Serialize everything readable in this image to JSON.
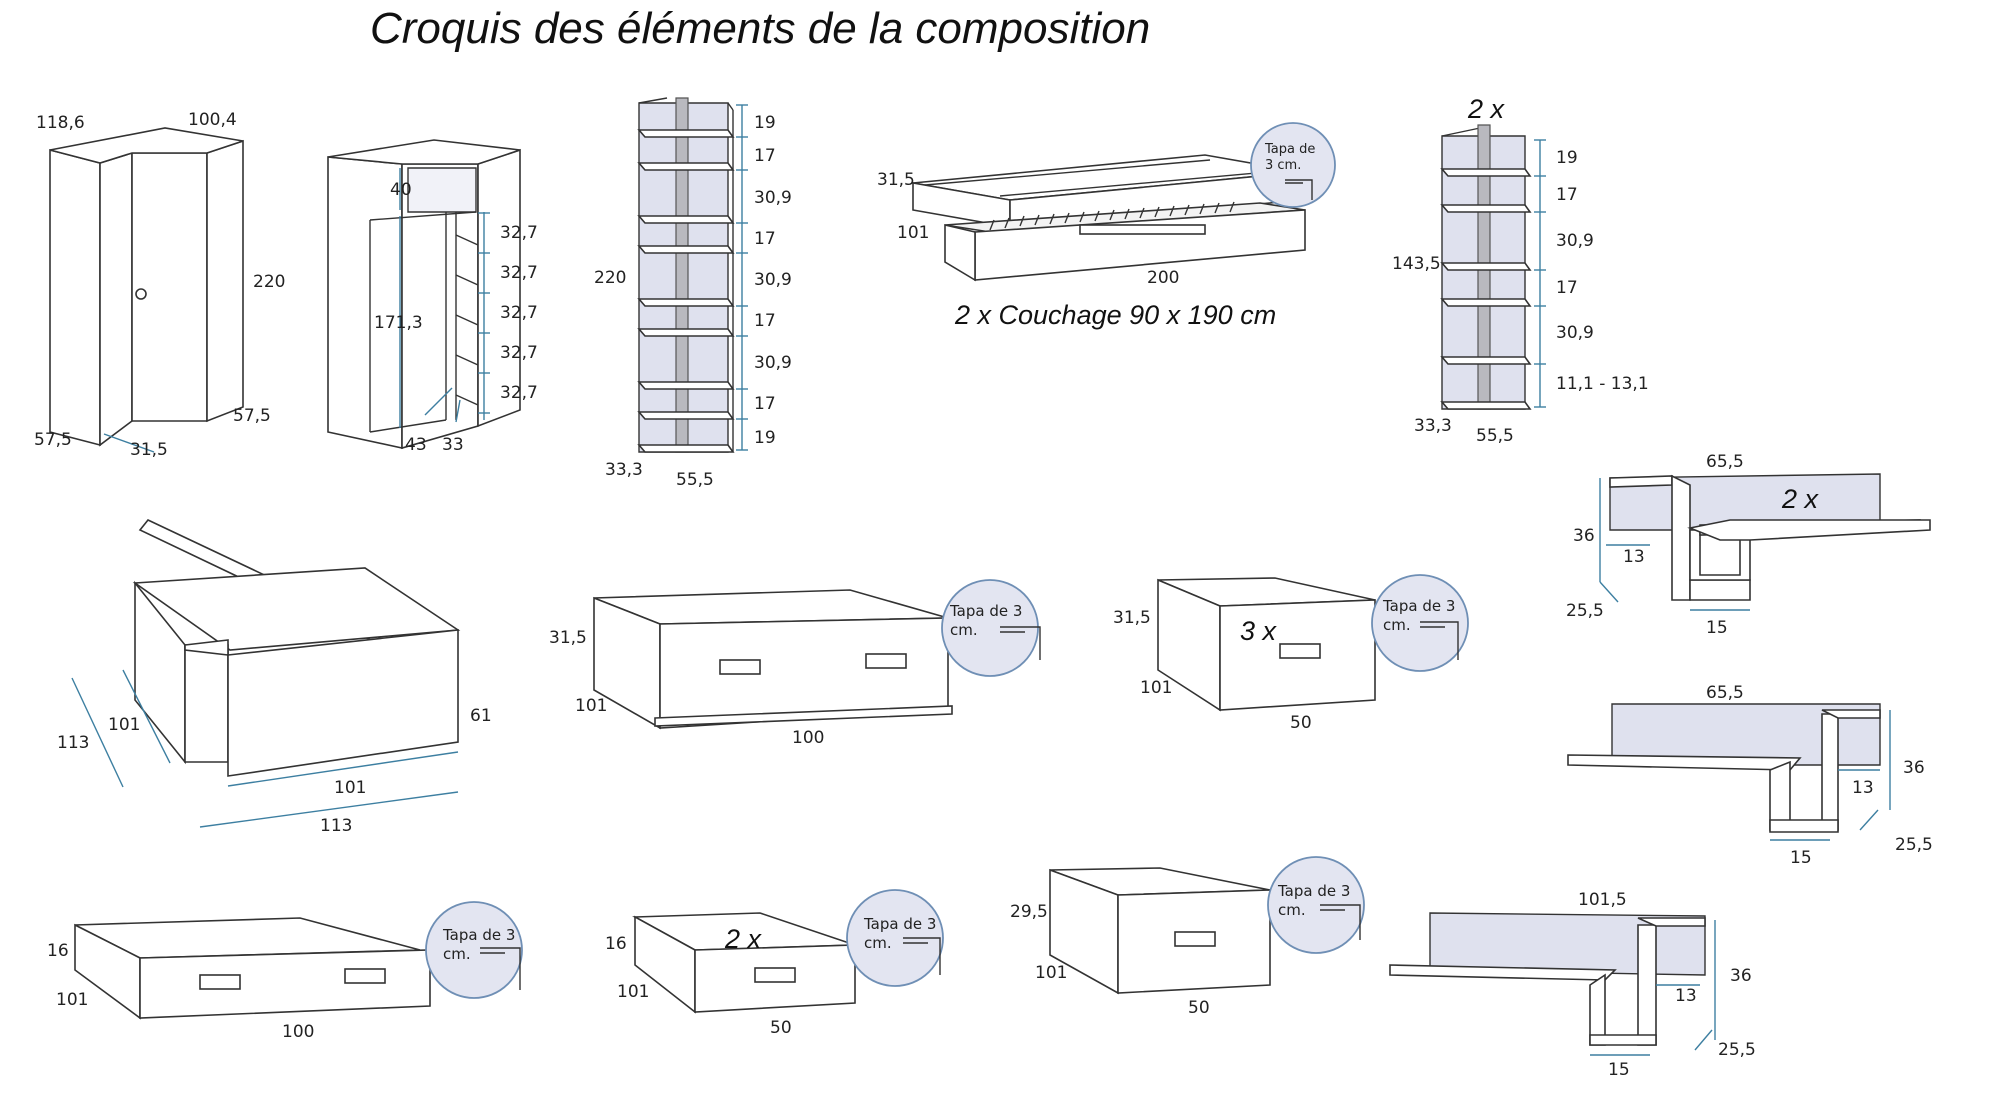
{
  "title": "Croquis des éléments de la composition",
  "colors": {
    "panel_fill": "#dfe1ee",
    "dimension_line": "#3d7fa1",
    "outline": "#333333"
  },
  "tapa_label": "Tapa de 3 cm.",
  "wardrobe": {
    "d1": "118,6",
    "d2": "100,4",
    "height": "220",
    "d3": "57,5",
    "d4": "57,5",
    "d5": "31,5"
  },
  "corner_open": {
    "d1": "40",
    "d2": "171,3",
    "shelves": [
      "32,7",
      "32,7",
      "32,7",
      "32,7",
      "32,7"
    ],
    "d3": "43",
    "d4": "33"
  },
  "tall_shelf": {
    "height": "220",
    "sections": [
      "19",
      "17",
      "30,9",
      "17",
      "30,9",
      "17",
      "30,9",
      "17",
      "19"
    ],
    "depth": "33,3",
    "width": "55,5"
  },
  "daybed": {
    "d1": "31,5",
    "d2": "101",
    "width": "200",
    "caption": "2 x Couchage 90 x 190 cm"
  },
  "short_shelf": {
    "count": "2 x",
    "height": "143,5",
    "sections": [
      "19",
      "17",
      "30,9",
      "17",
      "30,9",
      "11,1 - 13,1"
    ],
    "depth": "33,3",
    "width": "55,5"
  },
  "corner_chest": {
    "d1": "113",
    "d2": "101",
    "height": "61",
    "w1": "101",
    "w2": "113"
  },
  "drawer_large": {
    "height": "31,5",
    "depth": "101",
    "width": "100"
  },
  "drawer_3x": {
    "count": "3 x",
    "height": "31,5",
    "depth": "101",
    "width": "50"
  },
  "desk_top": {
    "width": "65,5",
    "count": "2 x",
    "height": "36",
    "d1": "13",
    "d2": "25,5",
    "d3": "15"
  },
  "desk_mid": {
    "width": "65,5",
    "height": "36",
    "d1": "13",
    "d2": "25,5",
    "d3": "15"
  },
  "drawer_low": {
    "height": "16",
    "depth": "101",
    "width": "100"
  },
  "drawer_low2": {
    "count": "2 x",
    "height": "16",
    "depth": "101",
    "width": "50"
  },
  "drawer_mid": {
    "height": "29,5",
    "depth": "101",
    "width": "50"
  },
  "desk_bottom": {
    "width": "101,5",
    "height": "36",
    "d1": "13",
    "d2": "25,5",
    "d3": "15"
  }
}
